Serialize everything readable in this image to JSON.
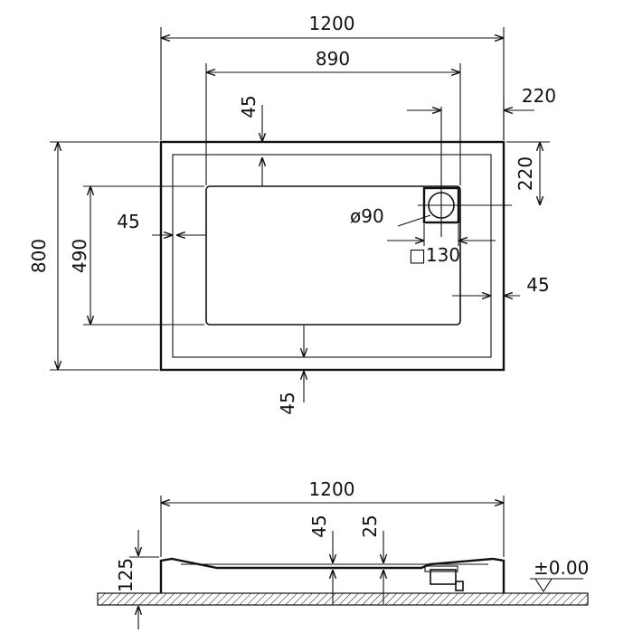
{
  "plan_view": {
    "overall_width": "1200",
    "inner_width": "890",
    "drain_offset_x": "220",
    "drain_offset_y": "220",
    "top_rim": "45",
    "left_rim": "45",
    "overall_depth": "800",
    "inner_depth": "490",
    "drain_diameter": "ø90",
    "drain_square": "□130",
    "right_rim": "45",
    "bottom_rim": "45"
  },
  "section_view": {
    "overall_width": "1200",
    "rim_depth": "45",
    "basin_depth": "25",
    "height": "125",
    "floor_level": "±0.00"
  },
  "colors": {
    "line": "#111111",
    "background": "#ffffff"
  }
}
